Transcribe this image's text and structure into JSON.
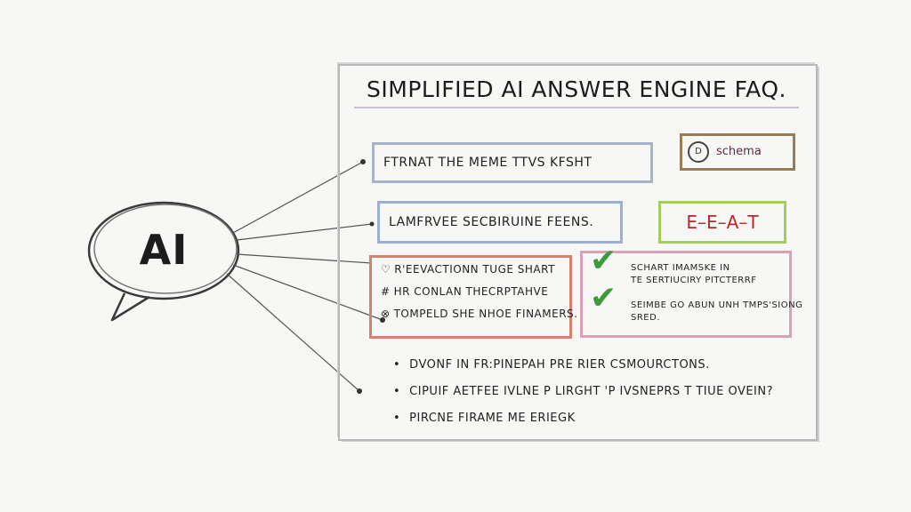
{
  "title": "SIMPLIFIED AI ANSWER ENGINE  FAQ.",
  "ai_bubble": {
    "label": "AI"
  },
  "rows": {
    "row1": "FTRNAT THE MEME TTVS KFSHT",
    "row2": "LAMFRVEE SECBIRUINE FEENS.",
    "schema_icon_glyph": "D",
    "schema_label": "schema",
    "eeat_label": "E–E–A–T"
  },
  "red_panel": {
    "items": [
      {
        "mark": "♡",
        "text": "R'EEVACTIONN TUGE SHART"
      },
      {
        "mark": "#",
        "text": "HR CONLAN THECRPTAHVE"
      },
      {
        "mark": "⊗",
        "text": "TOMPELD SHE NHOE FINAMERS."
      }
    ]
  },
  "check_panel": {
    "lines": [
      "SCHART IMAMSKE IN",
      "TE SERTIUCIRY PITCTERRF",
      "SEIMBE GO ABUN UNH TMPS'SIONG",
      "SRED."
    ]
  },
  "bullets": [
    "DVONF IN FR:PINEPAH PRE RIER CSMOURCTONS.",
    "CIPUIF AETFEE IVLNE P LIRGHT 'P IVSNEPRS T TIUE OVEIN?",
    "PIRCNE FIRAME ME ERIEGK"
  ]
}
